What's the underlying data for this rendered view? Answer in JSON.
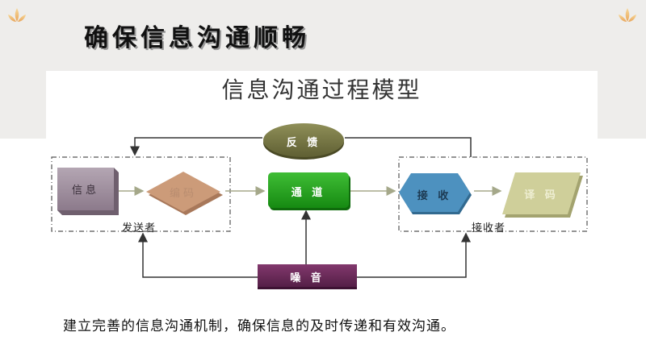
{
  "slide": {
    "title": "确保信息沟通顺畅",
    "caption": "建立完善的信息沟通机制，确保信息的及时传递和有效沟通。"
  },
  "model": {
    "title": "信息沟通过程模型",
    "nodes": {
      "info": "信息",
      "encode": "编码",
      "channel": "通 道",
      "receive": "接 收",
      "decode": "译 码",
      "feedback": "反 馈",
      "noise": "噪 音"
    },
    "groups": {
      "sender": "发送者",
      "receiver": "接收者"
    }
  },
  "colors": {
    "info": "#9c8a9b",
    "encode": "#cc9b79",
    "channel": "#24a31d",
    "receive": "#4d91bf",
    "decode": "#cfcf9a",
    "feedback": "#7a7a45",
    "noise": "#6b2d5a"
  }
}
